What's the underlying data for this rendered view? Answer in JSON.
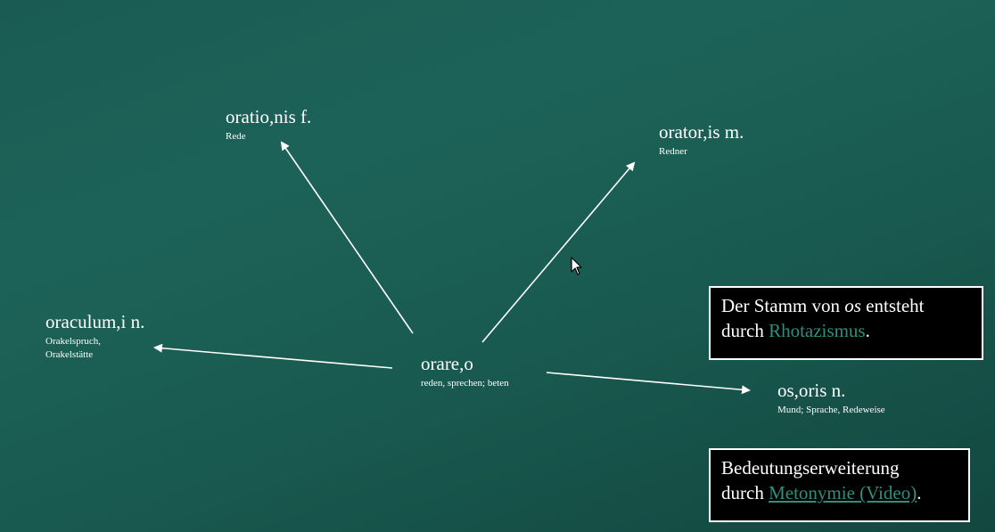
{
  "center": {
    "word": "orare,o",
    "gloss": "reden, sprechen; beten"
  },
  "nodes": {
    "oratio": {
      "word": "oratio,nis f.",
      "gloss": "Rede"
    },
    "orator": {
      "word": "orator,is m.",
      "gloss": "Redner"
    },
    "oraculum": {
      "word": "oraculum,i n.",
      "gloss_line1": "Orakelspruch,",
      "gloss_line2": "Orakelstätte"
    },
    "os": {
      "word": "os,oris n.",
      "gloss": "Mund; Sprache, Redeweise"
    }
  },
  "note_rhotazismus": {
    "pre": "Der Stamm von ",
    "italic": "os",
    "mid": " entsteht",
    "line2_pre": "durch ",
    "link": "Rhotazismus",
    "end": "."
  },
  "note_metonymie": {
    "line1": "Bedeutungserweiterung",
    "line2_pre": "durch ",
    "link": "Metonymie (Video)",
    "end": "."
  },
  "colors": {
    "background": "#1b5e55",
    "link": "#2f8f7c",
    "box_bg": "#000000"
  },
  "icons": {
    "cursor": "mouse-pointer-icon"
  }
}
